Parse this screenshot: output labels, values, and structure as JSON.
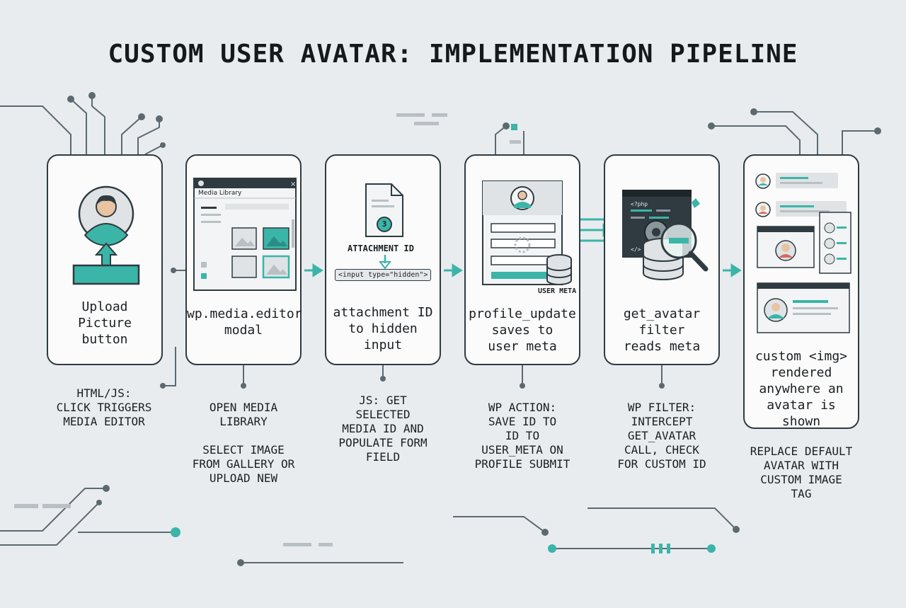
{
  "title": "CUSTOM USER AVATAR: IMPLEMENTATION PIPELINE",
  "colors": {
    "accent": "#3bb5a8",
    "outline": "#2f3b40",
    "background": "#e9ecef",
    "card": "#fbfbfb"
  },
  "steps": [
    {
      "label": [
        "Upload",
        "Picture",
        "button"
      ],
      "description": [
        "HTML/JS:",
        "CLICK TRIGGERS",
        "MEDIA EDITOR"
      ],
      "icon": "user-upload-icon"
    },
    {
      "label": [
        "wp.media.editor",
        "modal"
      ],
      "description": [
        "OPEN MEDIA",
        "LIBRARY"
      ],
      "description_b": [
        "SELECT IMAGE",
        "FROM GALLERY OR",
        "UPLOAD NEW"
      ],
      "icon": "media-library-icon",
      "modal_title": "Media Library"
    },
    {
      "label": [
        "attachment ID",
        "to hidden",
        "input"
      ],
      "description": [
        "JS: GET",
        "SELECTED",
        "MEDIA ID AND",
        "POPULATE FORM",
        "FIELD"
      ],
      "icon": "document-icon",
      "badge": "3",
      "caption": "ATTACHMENT ID",
      "code": "<input type=\"hidden\">"
    },
    {
      "label": [
        "profile_update",
        "saves to",
        "user meta"
      ],
      "description": [
        "WP ACTION:",
        "SAVE ID TO",
        "ID TO",
        "USER_META ON",
        "PROFILE SUBMIT"
      ],
      "icon": "profile-form-icon",
      "caption": "USER META"
    },
    {
      "label": [
        "get_avatar",
        "filter",
        "reads meta"
      ],
      "description": [
        "WP FILTER:",
        "INTERCEPT",
        "GET_AVATAR",
        "CALL, CHECK",
        "FOR CUSTOM ID"
      ],
      "icon": "code-gear-database-icon",
      "code_tag": "<?php",
      "code_tag_b": "</>"
    },
    {
      "label": [
        "custom <img>",
        "rendered",
        "anywhere an",
        "avatar is shown"
      ],
      "description": [
        "REPLACE DEFAULT",
        "AVATAR WITH",
        "CUSTOM IMAGE",
        "TAG"
      ],
      "icon": "avatar-rendered-icon"
    }
  ]
}
